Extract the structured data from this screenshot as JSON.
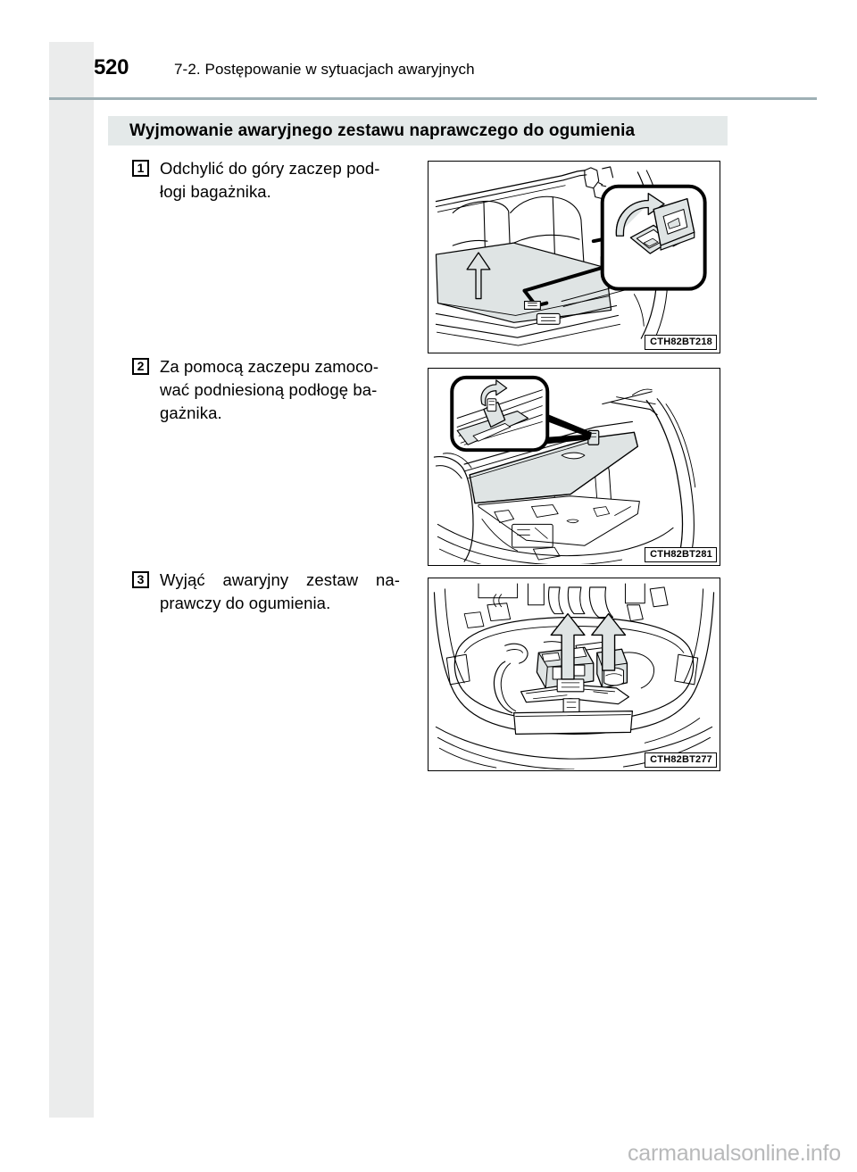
{
  "page": {
    "number": "520",
    "header_title": "7-2. Postępowanie w sytuacjach awaryjnych",
    "watermark": "carmanualsonline.info"
  },
  "section": {
    "title": "Wyjmowanie awaryjnego zestawu naprawczego do ogumienia",
    "accent_color": "#93a6aa",
    "background_color": "#e4e9e9"
  },
  "steps": [
    {
      "number": "1",
      "text": "Odchylić do góry zaczep pod-łogi bagażnika.",
      "figure_code": "CTH82BT218"
    },
    {
      "number": "2",
      "text": "Za pomocą zaczepu zamoco-wać podniesioną podłogę ba-gażnika.",
      "figure_code": "CTH82BT281"
    },
    {
      "number": "3",
      "text": "Wyjąć awaryjny zestaw na-prawczy do ogumienia.",
      "figure_code": "CTH82BT277"
    }
  ],
  "figures": [
    {
      "code": "CTH82BT218",
      "alt": "Trunk floor hook being flipped up, with magnified inset of the hook rotating"
    },
    {
      "code": "CTH82BT281",
      "alt": "Raised trunk floor secured by hook, with magnified inset of hook engaged on trim"
    },
    {
      "code": "CTH82BT277",
      "alt": "Spare tire well showing emergency tire repair kit with two upward arrows"
    }
  ],
  "colors": {
    "rule": "#9fb0b5",
    "margin_strip": "#ebecec",
    "watermark": "#b8b9ba",
    "shade": "#dfe4e4",
    "line": "#000000"
  }
}
